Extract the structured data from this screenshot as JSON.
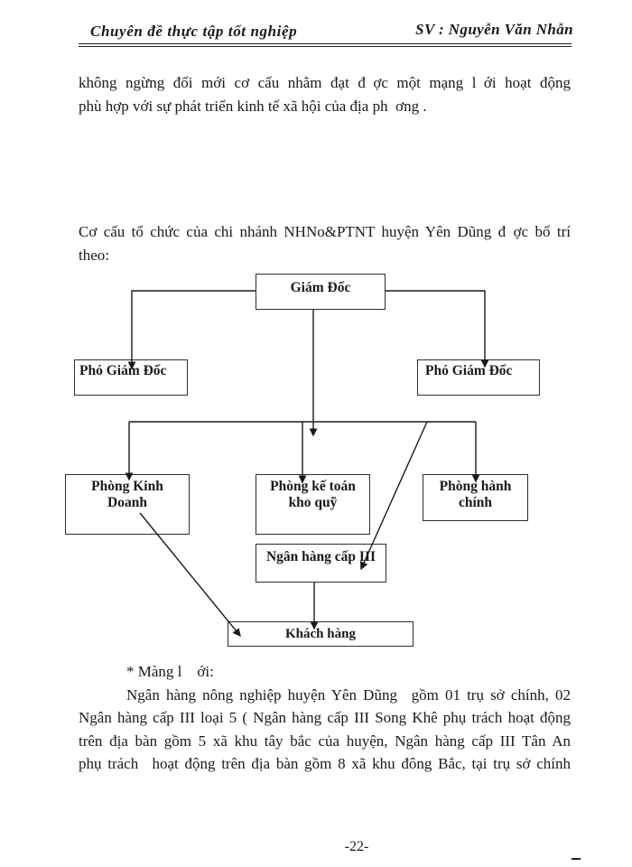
{
  "header": {
    "left_title": "Chuyên đề thực tập tốt nghiệp",
    "right_author": "SV : Nguyễn Văn Nhẫn"
  },
  "para1": {
    "line1": "không ngừng đổi mới cơ cấu nhằm đạt đ ợc một mạng l ới hoạt động",
    "line2": "phù hợp với sự phát triển kinh tế xã hội của địa ph ơng ."
  },
  "para2": {
    "line1": "Cơ cấu tổ chức của chi nhánh NHNo&PTNT huyện Yên Dũng đ ợc bố trí",
    "line2": "theo:"
  },
  "diagram": {
    "nodes": {
      "giam_doc": "Giám Đốc",
      "pho_giam_doc_left": "Phó Giám Đốc",
      "pho_giam_doc_right": "Phó Giám Đốc",
      "phong_kinh_doanh_l1": "Phòng Kinh",
      "phong_kinh_doanh_l2": "Doanh",
      "phong_ke_toan_l1": "Phòng kế toán",
      "phong_ke_toan_l2": "kho quỹ",
      "phong_hanh_chinh_l1": "Phòng hành",
      "phong_hanh_chinh_l2": "chính",
      "ngan_hang_cap_3": "Ngân hàng cấp III",
      "khach_hang": "Khách hàng"
    },
    "connectors": [
      {
        "from": "giam_doc",
        "to": "pho_giam_doc_left",
        "arrow": true
      },
      {
        "from": "giam_doc",
        "to": "pho_giam_doc_right",
        "arrow": true
      },
      {
        "from": "giam_doc",
        "to": "distribution_bar",
        "arrow": true
      },
      {
        "from": "distribution_bar",
        "to": "phong_kinh_doanh",
        "arrow": true
      },
      {
        "from": "distribution_bar",
        "to": "phong_ke_toan",
        "arrow": true
      },
      {
        "from": "distribution_bar",
        "to": "phong_hanh_chinh",
        "arrow": true
      },
      {
        "from": "distribution_bar",
        "to": "ngan_hang_cap_3",
        "arrow": true
      },
      {
        "from": "phong_kinh_doanh",
        "to": "khach_hang",
        "arrow": true
      },
      {
        "from": "ngan_hang_cap_3",
        "to": "khach_hang",
        "arrow": true
      }
    ]
  },
  "section": {
    "bullet": "* Màng l  ới:",
    "line1": "Ngân hàng nông nghiệp huyện Yên Dũng  gồm 01 trụ sở chính, 02",
    "line2": "Ngân hàng cấp III loại 5 ( Ngân hàng cấp III Song Khê phụ trách hoạt động",
    "line3": "trên địa bàn gồm 5 xã khu tây bắc của huyện, Ngân hàng cấp III Tân An",
    "line4": "phụ trách  hoạt động trên địa bàn gồm 8 xã khu đông Bắc, tại trụ sở chính"
  },
  "footer": {
    "page_number": "-22-"
  },
  "colors": {
    "ink": "#1a1a1a",
    "box_border": "#2e2e2e",
    "background": "#ffffff"
  }
}
